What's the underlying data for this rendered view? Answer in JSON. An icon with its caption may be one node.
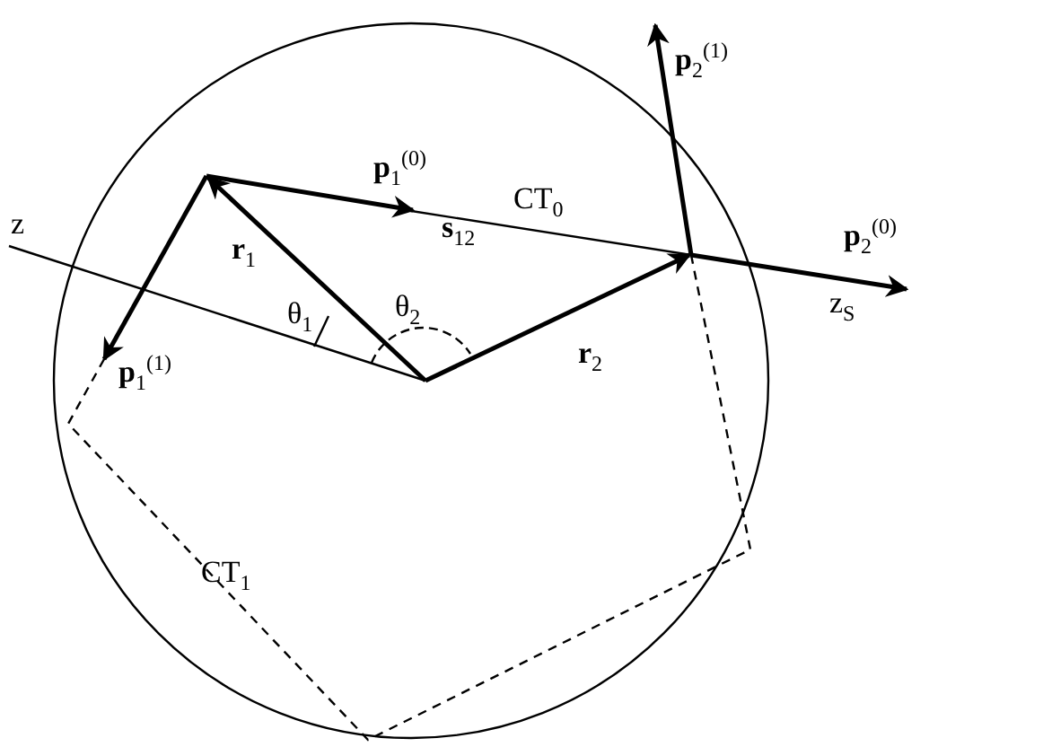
{
  "diagram": {
    "labels": [
      "**p**$_{2}$$^{(1)}$",
      "**p**$_{1}$$^{(0)}$",
      "z",
      "CT$_{0}$",
      "**s**$_{12}$",
      "**r**$_{1}$",
      "**p**$_{2}$$^{(0)}$",
      "θ$_{1}$",
      "θ$_{2}$",
      "**r**$_{2}$",
      "z$_{S}$",
      "**p**$_{1}$$^{(1)}$",
      "CT$_{1}$"
    ]
  }
}
